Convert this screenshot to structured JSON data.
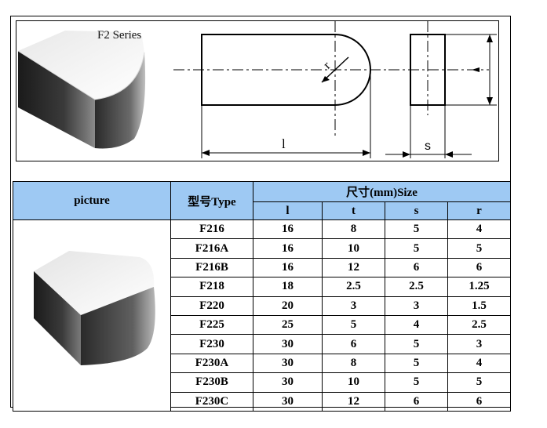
{
  "diagram": {
    "series_label": "F2 Series",
    "dim_labels": {
      "r": "r",
      "l": "l",
      "s": "s"
    }
  },
  "table": {
    "headers": {
      "picture": "picture",
      "type": "型号Type",
      "size": "尺寸(mm)Size",
      "l": "l",
      "t": "t",
      "s": "s",
      "r": "r"
    },
    "rows": [
      {
        "type": "F216",
        "l": "16",
        "t": "8",
        "s": "5",
        "r": "4"
      },
      {
        "type": "F216A",
        "l": "16",
        "t": "10",
        "s": "5",
        "r": "5"
      },
      {
        "type": "F216B",
        "l": "16",
        "t": "12",
        "s": "6",
        "r": "6"
      },
      {
        "type": "F218",
        "l": "18",
        "t": "2.5",
        "s": "2.5",
        "r": "1.25"
      },
      {
        "type": "F220",
        "l": "20",
        "t": "3",
        "s": "3",
        "r": "1.5"
      },
      {
        "type": "F225",
        "l": "25",
        "t": "5",
        "s": "4",
        "r": "2.5"
      },
      {
        "type": "F230",
        "l": "30",
        "t": "6",
        "s": "5",
        "r": "3"
      },
      {
        "type": "F230A",
        "l": "30",
        "t": "8",
        "s": "5",
        "r": "4"
      },
      {
        "type": "F230B",
        "l": "30",
        "t": "10",
        "s": "5",
        "r": "5"
      },
      {
        "type": "F230C",
        "l": "30",
        "t": "12",
        "s": "6",
        "r": "6"
      }
    ]
  }
}
